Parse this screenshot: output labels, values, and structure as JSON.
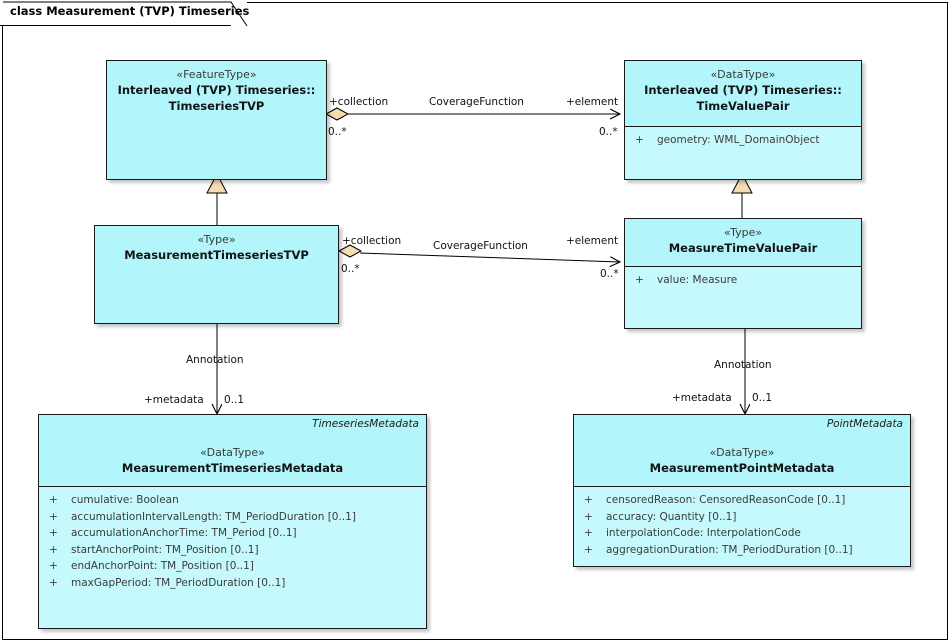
{
  "diagram": {
    "frame_title": "class Measurement (TVP) Timeseries",
    "colors": {
      "class_fill_header": "#b2f6fb",
      "class_fill_body": "#c6f9fd",
      "class_border": "#1a1a1a",
      "diamond_fill": "#f5dcb3",
      "triangle_fill": "#f5dcb3",
      "line": "#000000",
      "background": "#ffffff"
    }
  },
  "classes": [
    {
      "id": "timeseriesTVP",
      "stereotype": "«FeatureType»",
      "name_line1": "Interleaved (TVP) Timeseries::",
      "name_line2": "TimeseriesTVP",
      "parent_tag": "",
      "attributes": []
    },
    {
      "id": "timeValuePair",
      "stereotype": "«DataType»",
      "name_line1": "Interleaved (TVP) Timeseries::",
      "name_line2": "TimeValuePair",
      "parent_tag": "",
      "attributes": [
        {
          "visibility": "+",
          "text": "geometry: WML_DomainObject"
        }
      ]
    },
    {
      "id": "measurementTimeseriesTVP",
      "stereotype": "«Type»",
      "name_line1": "MeasurementTimeseriesTVP",
      "name_line2": "",
      "parent_tag": "",
      "attributes": []
    },
    {
      "id": "measureTimeValuePair",
      "stereotype": "«Type»",
      "name_line1": "MeasureTimeValuePair",
      "name_line2": "",
      "parent_tag": "",
      "attributes": [
        {
          "visibility": "+",
          "text": "value: Measure"
        }
      ]
    },
    {
      "id": "measurementTimeseriesMetadata",
      "stereotype": "«DataType»",
      "name_line1": "MeasurementTimeseriesMetadata",
      "name_line2": "",
      "parent_tag": "TimeseriesMetadata",
      "attributes": [
        {
          "visibility": "+",
          "text": "cumulative: Boolean"
        },
        {
          "visibility": "+",
          "text": "accumulationIntervalLength: TM_PeriodDuration [0..1]"
        },
        {
          "visibility": "+",
          "text": "accumulationAnchorTime: TM_Period [0..1]"
        },
        {
          "visibility": "+",
          "text": "startAnchorPoint: TM_Position [0..1]"
        },
        {
          "visibility": "+",
          "text": "endAnchorPoint: TM_Position [0..1]"
        },
        {
          "visibility": "+",
          "text": "maxGapPeriod: TM_PeriodDuration [0..1]"
        }
      ]
    },
    {
      "id": "measurementPointMetadata",
      "stereotype": "«DataType»",
      "name_line1": "MeasurementPointMetadata",
      "name_line2": "",
      "parent_tag": "PointMetadata",
      "attributes": [
        {
          "visibility": "+",
          "text": "censoredReason: CensoredReasonCode [0..1]"
        },
        {
          "visibility": "+",
          "text": "accuracy: Quantity [0..1]"
        },
        {
          "visibility": "+",
          "text": "interpolationCode: InterpolationCode"
        },
        {
          "visibility": "+",
          "text": "aggregationDuration: TM_PeriodDuration [0..1]"
        }
      ]
    }
  ],
  "connectors": {
    "coverage_top": {
      "name": "CoverageFunction",
      "source_role": "+collection",
      "source_mult": "0..*",
      "target_role": "+element",
      "target_mult": "0..*",
      "type": "aggregation"
    },
    "coverage_bottom": {
      "name": "CoverageFunction",
      "source_role": "+collection",
      "source_mult": "0..*",
      "target_role": "+element",
      "target_mult": "0..*",
      "type": "aggregation"
    },
    "annotation_left": {
      "name": "Annotation",
      "target_role": "+metadata",
      "target_mult": "0..1",
      "type": "association"
    },
    "annotation_right": {
      "name": "Annotation",
      "target_role": "+metadata",
      "target_mult": "0..1",
      "type": "association"
    },
    "generalization_left": {
      "type": "generalization"
    },
    "generalization_right": {
      "type": "generalization"
    }
  }
}
